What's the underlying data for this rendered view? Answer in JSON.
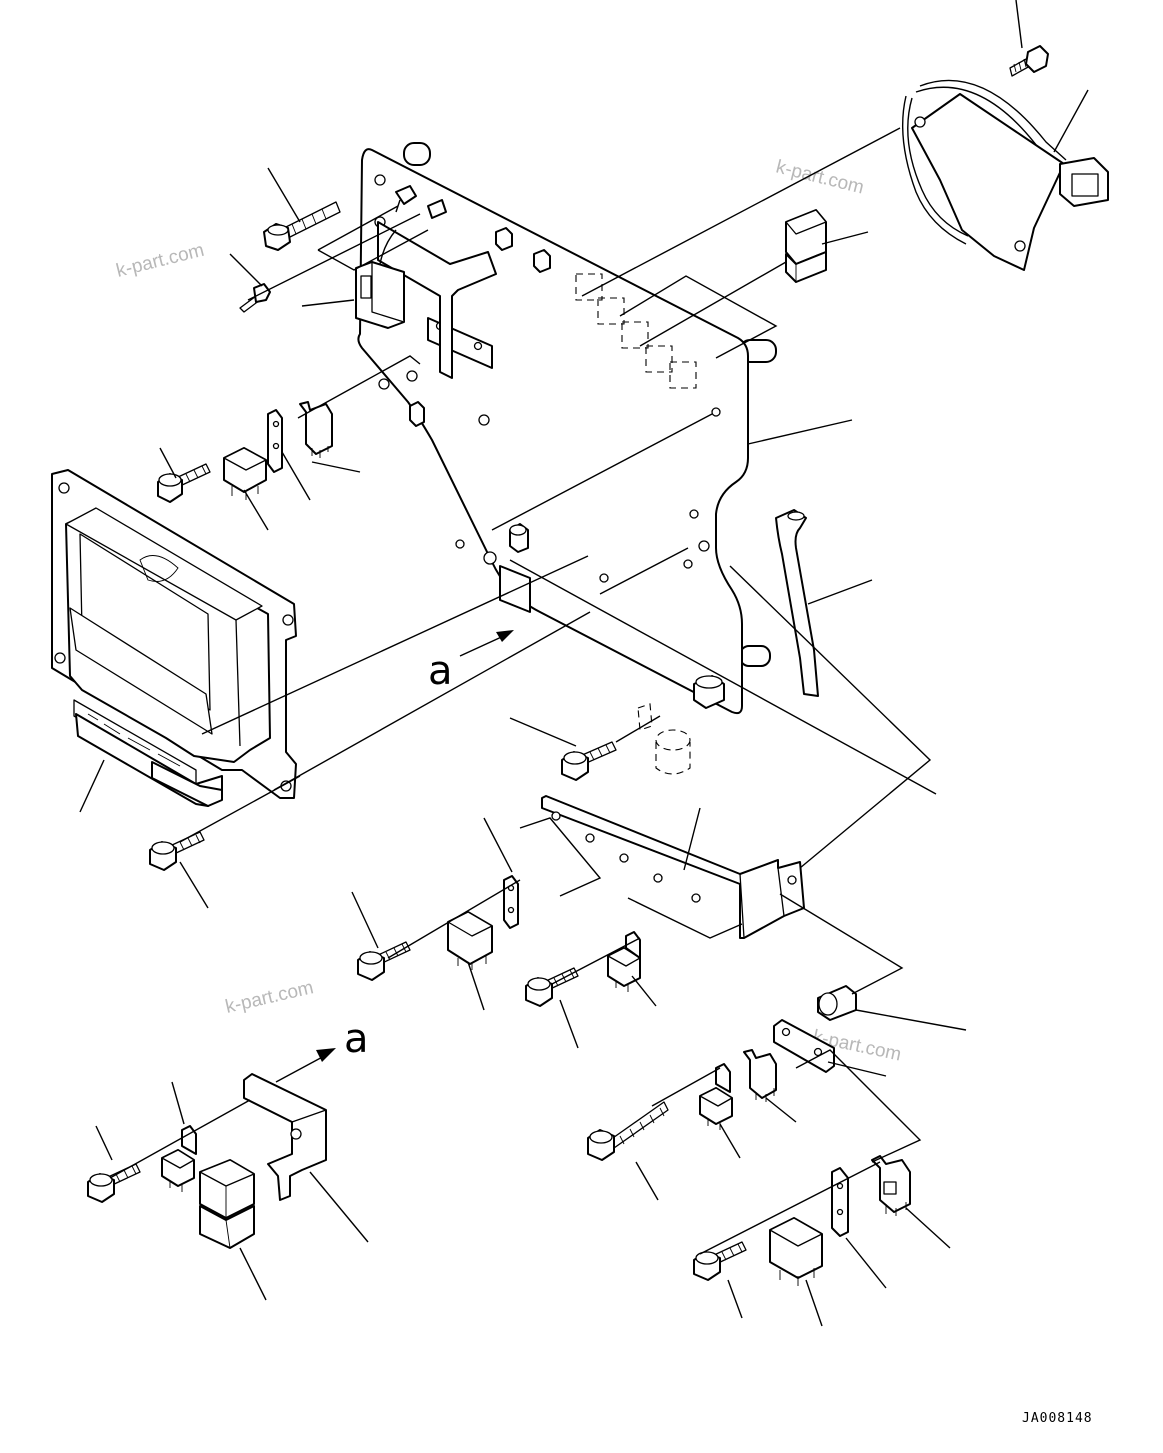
{
  "watermark": {
    "text_1": "k-part.com",
    "text_2": "k-part.com",
    "text_3": "k-part.com",
    "text_4": "k-part.com"
  },
  "view_labels": {
    "a_upper": "a",
    "a_lower": "a"
  },
  "drawing_code": "JA008148"
}
